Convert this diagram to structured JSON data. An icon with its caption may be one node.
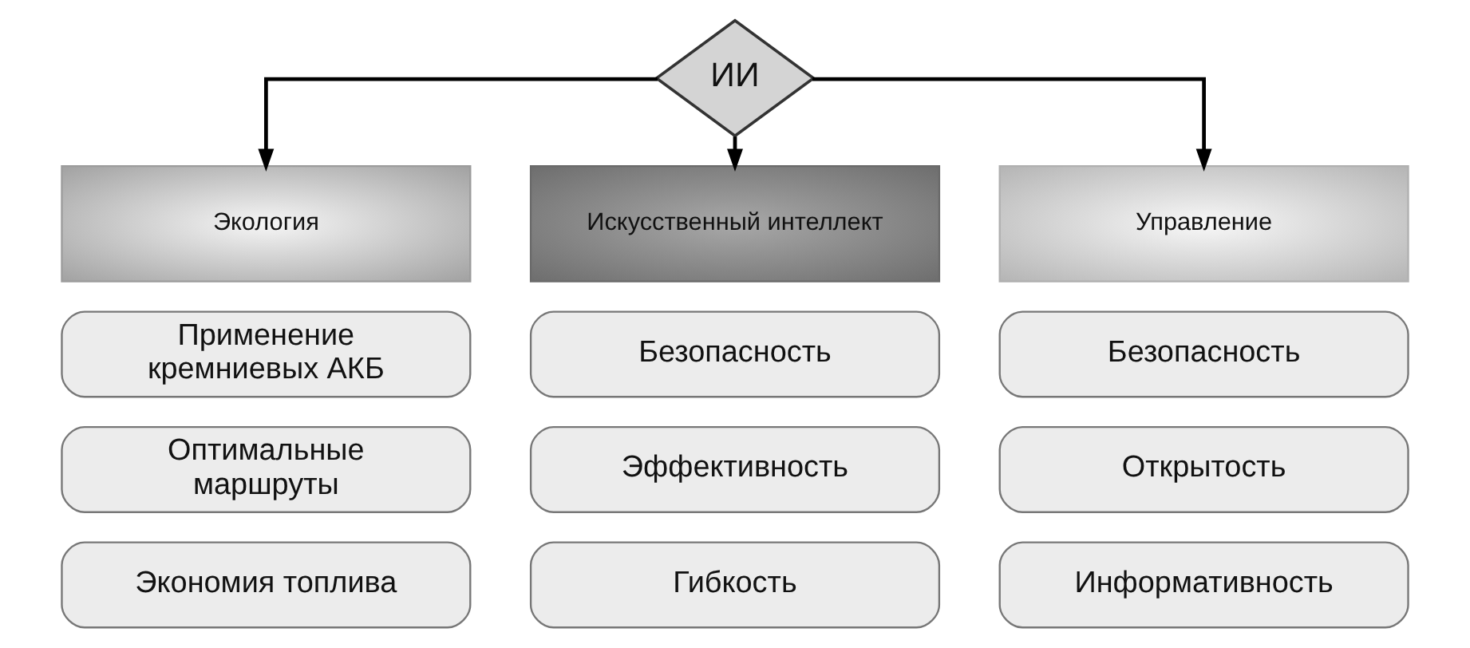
{
  "diagram": {
    "nodes": [
      {
        "text": [
          "ИИ"
        ]
      },
      {
        "text": [
          "Экология"
        ]
      },
      {
        "text": [
          "Искусственный интеллект"
        ]
      },
      {
        "text": [
          "Управление"
        ]
      },
      {
        "text": [
          "Применение кремниевых АКБ"
        ]
      },
      {
        "text": [
          "Оптимальные маршруты"
        ]
      },
      {
        "text": [
          "Экономия топлива"
        ]
      },
      {
        "text": [
          "Безопасность"
        ]
      },
      {
        "text": [
          "Эффективность"
        ]
      },
      {
        "text": [
          "Гибкость"
        ]
      },
      {
        "text": [
          "Безопасность"
        ]
      },
      {
        "text": [
          "Открытость"
        ]
      },
      {
        "text": [
          "Информативность"
        ]
      }
    ],
    "edges": [
      {
        "from": 0,
        "to": 1,
        "arrow": "to"
      },
      {
        "from": 0,
        "to": 2,
        "arrow": "to"
      },
      {
        "from": 0,
        "to": 3,
        "arrow": "to"
      }
    ]
  }
}
